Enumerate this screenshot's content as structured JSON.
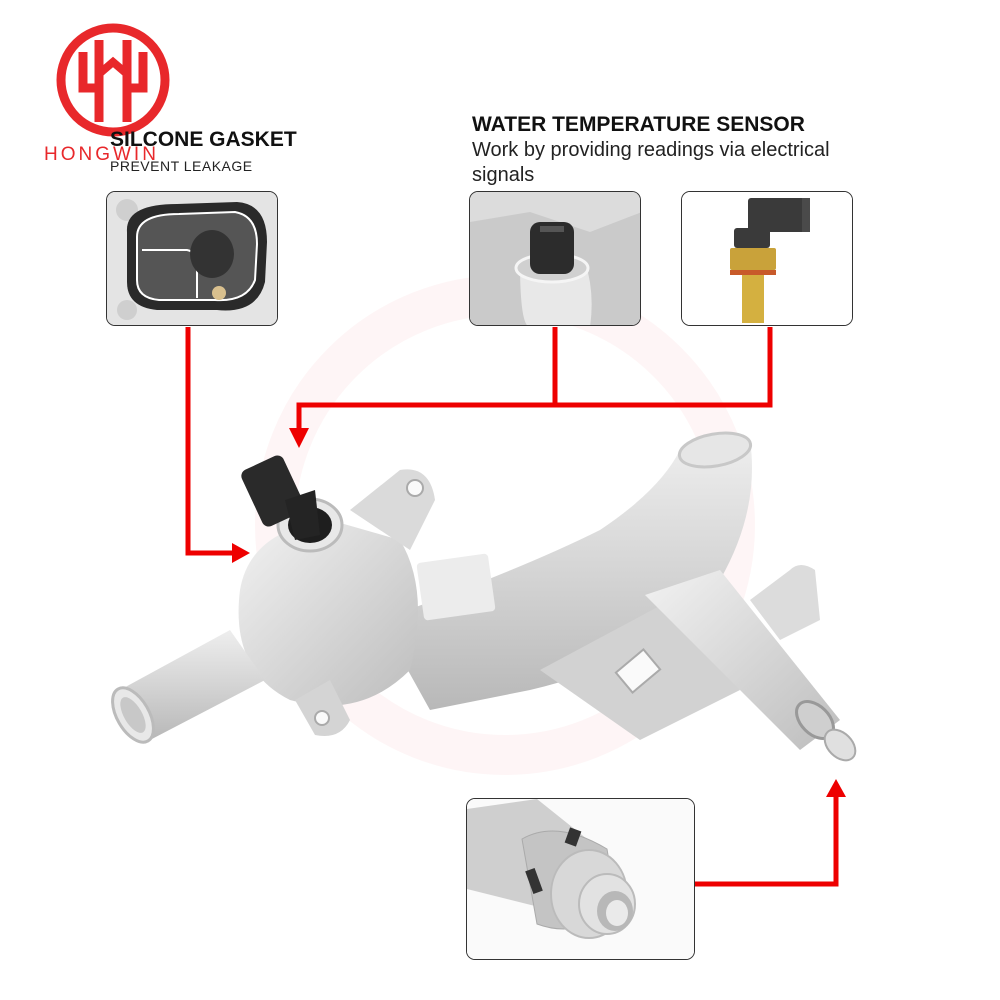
{
  "brand": {
    "name": "HONGWIN",
    "color": "#e8282b"
  },
  "callouts": {
    "gasket": {
      "title": "SILCONE GASKET",
      "subtitle": "PREVENT LEAKAGE"
    },
    "sensor": {
      "title": "WATER TEMPERATURE SENSOR",
      "subtitle": "Work by providing readings via electrical signals"
    }
  },
  "panels": [
    {
      "label": "silicone-gasket-closeup"
    },
    {
      "label": "installed-sensor-closeup"
    },
    {
      "label": "temperature-sensor-standalone"
    },
    {
      "label": "outlet-connector-closeup"
    }
  ],
  "colors": {
    "arrow": "#ee0000",
    "metal": "#d6d6d6",
    "panel_border": "#333333"
  }
}
